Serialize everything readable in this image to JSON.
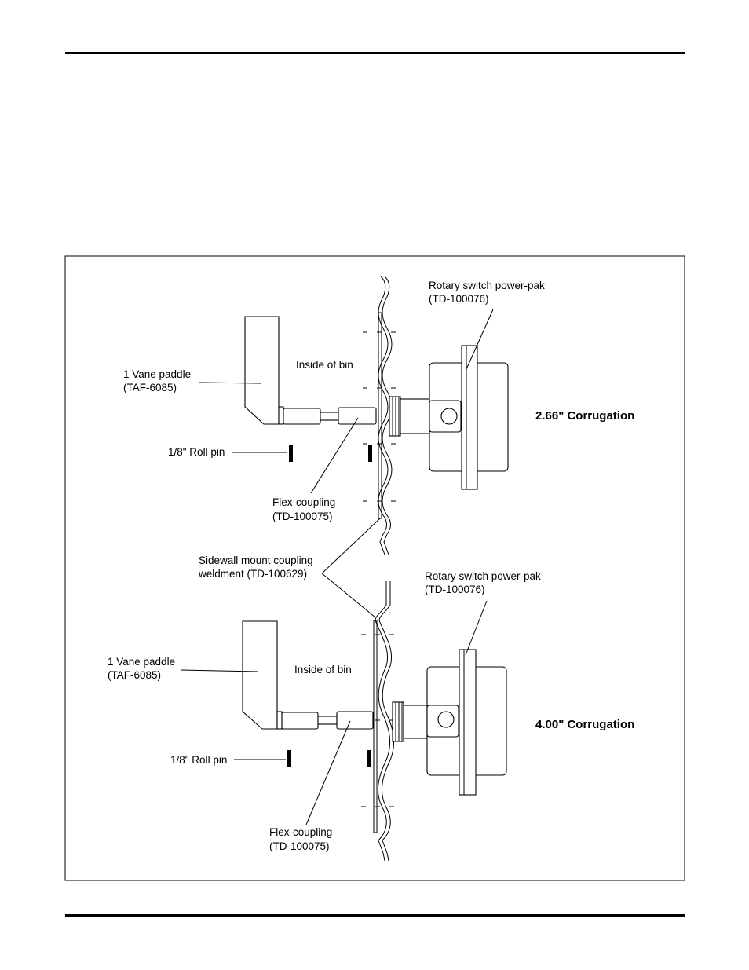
{
  "assemblies": [
    {
      "corrugation_label": "2.66\" Corrugation",
      "power_pak_label": "Rotary switch power-pak",
      "power_pak_part": "(TD-100076)",
      "paddle_label": "1 Vane paddle",
      "paddle_part": "(TAF-6085)",
      "inside_label": "Inside of bin",
      "roll_pin_label": "1/8\" Roll pin",
      "flex_label": "Flex-coupling",
      "flex_part": "(TD-100075)"
    },
    {
      "corrugation_label": "4.00\" Corrugation",
      "power_pak_label": "Rotary switch power-pak",
      "power_pak_part": "(TD-100076)",
      "paddle_label": "1 Vane paddle",
      "paddle_part": "(TAF-6085)",
      "inside_label": "Inside of bin",
      "roll_pin_label": "1/8\" Roll pin",
      "flex_label": "Flex-coupling",
      "flex_part": "(TD-100075)"
    }
  ],
  "weldment": {
    "label_line1": "Sidewall mount coupling",
    "label_line2": "weldment (TD-100629)"
  }
}
